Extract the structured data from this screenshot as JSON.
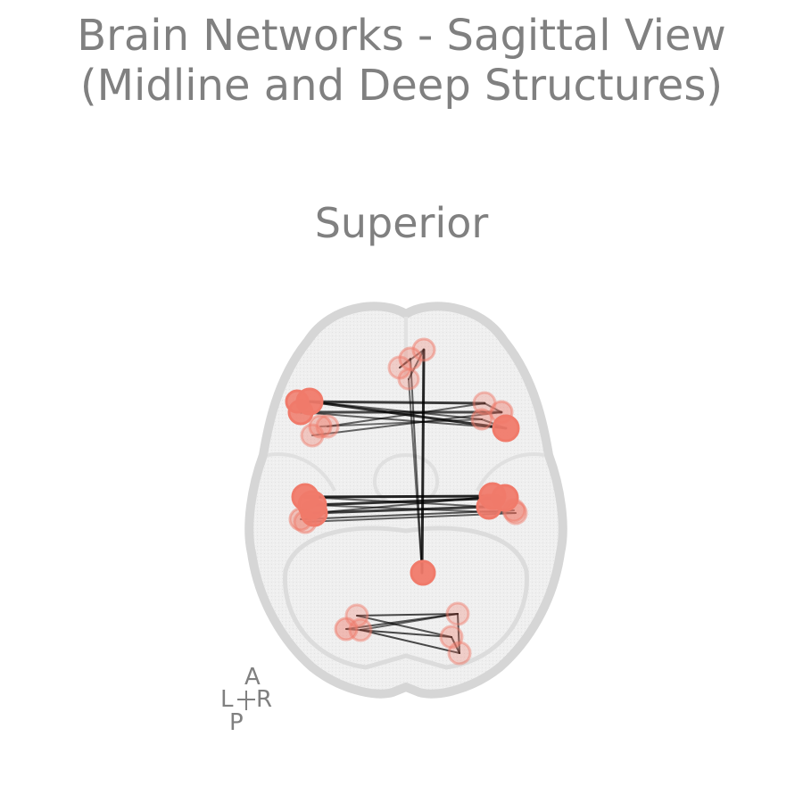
{
  "title": {
    "line1": "Brain Networks - Sagittal View",
    "line2": "(Midline and Deep Structures)"
  },
  "view_label": "Superior",
  "orientation": {
    "anterior": "A",
    "posterior": "P",
    "left": "L",
    "right": "R"
  },
  "colors": {
    "node": "#f07a6a",
    "edge": "#000000",
    "brain_fill": "#ececec",
    "brain_outline": "#d6d6d6",
    "text": "#808080"
  }
}
